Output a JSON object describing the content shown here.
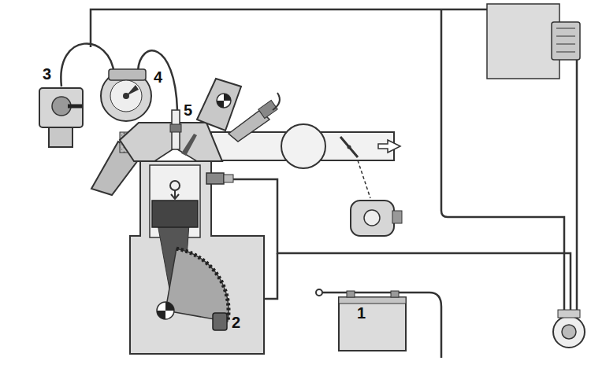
{
  "diagram": {
    "labels": [
      "3",
      "4",
      "5",
      "2",
      "1"
    ]
  }
}
